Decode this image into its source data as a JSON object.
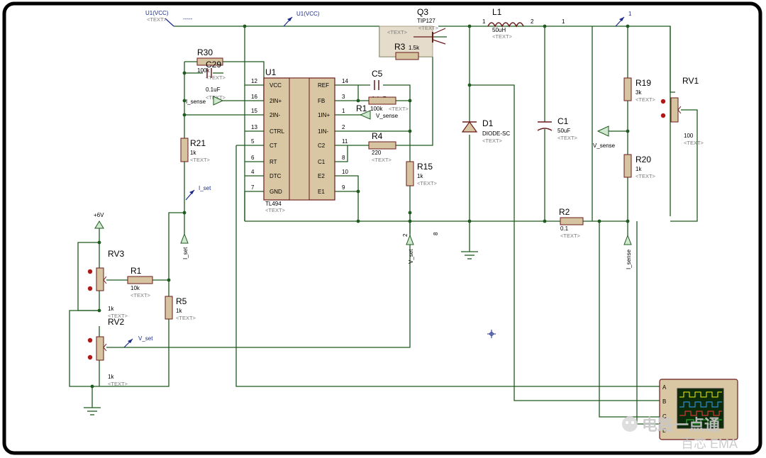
{
  "schematic": {
    "title": "",
    "net_labels": {
      "vcc_top_left": "U1(VCC)",
      "vcc_mid": "U1(VCC)",
      "probe_one": "1",
      "v_sense_right": "V_sense",
      "v_sense_mid": "V_sense",
      "i_sense_left": "I_sense",
      "i_sense_bottom": "I_sense",
      "i_set_terminal": "I_set",
      "i_set_probe": "I_set",
      "v_set_terminal": "V_set",
      "v_set_probe": "V_set",
      "plus_6v": "+6V",
      "dash": "-----",
      "pin_one": "1",
      "pin_two": "2",
      "pin_eight": "8"
    },
    "placeholder": "<TEXT>",
    "u1": {
      "ref": "U1",
      "part": "TL494",
      "pins_left": [
        {
          "num": "12",
          "name": "VCC"
        },
        {
          "num": "16",
          "name": "2IN+"
        },
        {
          "num": "15",
          "name": "2IN-"
        },
        {
          "num": "13",
          "name": "CTRL"
        },
        {
          "num": "5",
          "name": "CT"
        },
        {
          "num": "6",
          "name": "RT"
        },
        {
          "num": "4",
          "name": "DTC"
        },
        {
          "num": "7",
          "name": "GND"
        }
      ],
      "pins_right": [
        {
          "num": "14",
          "name": "REF"
        },
        {
          "num": "3",
          "name": "FB"
        },
        {
          "num": "1",
          "name": "1IN+"
        },
        {
          "num": "2",
          "name": "1IN-"
        },
        {
          "num": "11",
          "name": "C2"
        },
        {
          "num": "8",
          "name": "C1"
        },
        {
          "num": "10",
          "name": "E2"
        },
        {
          "num": "9",
          "name": "E1"
        }
      ]
    },
    "components": {
      "q3": {
        "ref": "Q3",
        "value": "TIP127"
      },
      "l1": {
        "ref": "L1",
        "value": "50uH",
        "pin1": "1",
        "pin2": "2"
      },
      "r3": {
        "ref": "R3",
        "value": "1.5k"
      },
      "r30": {
        "ref": "R30",
        "value": "100k"
      },
      "c29": {
        "ref": "C29",
        "value": "0.1uF"
      },
      "c5": {
        "ref": "C5",
        "value": "0.1uF"
      },
      "r1_fb": {
        "ref": "R1",
        "value": "100k"
      },
      "r4": {
        "ref": "R4",
        "value": "220"
      },
      "r15": {
        "ref": "R15",
        "value": "1k"
      },
      "r21": {
        "ref": "R21",
        "value": "1k"
      },
      "d1": {
        "ref": "D1",
        "value": "DIODE-SC"
      },
      "c1": {
        "ref": "C1",
        "value": "50uF"
      },
      "r19": {
        "ref": "R19",
        "value": "3k"
      },
      "r20": {
        "ref": "R20",
        "value": "1k"
      },
      "rv1": {
        "ref": "RV1",
        "value": "100"
      },
      "r2": {
        "ref": "R2",
        "value": "0.1"
      },
      "rv3": {
        "ref": "RV3",
        "value": "1k"
      },
      "r1_set": {
        "ref": "R1",
        "value": "10k"
      },
      "r5": {
        "ref": "R5",
        "value": "1k"
      },
      "rv2": {
        "ref": "RV2",
        "value": "1k"
      }
    },
    "scope_channels": [
      "A",
      "B",
      "C",
      "D"
    ],
    "watermark": {
      "line1": "电路一点通",
      "line2": "百芯 EMA"
    },
    "colors": {
      "wire": "#1f5a1f",
      "body": "#d9c7a4",
      "outline": "#6b1a1a",
      "net_label": "#1a2a8a",
      "frame": "#000000"
    }
  }
}
